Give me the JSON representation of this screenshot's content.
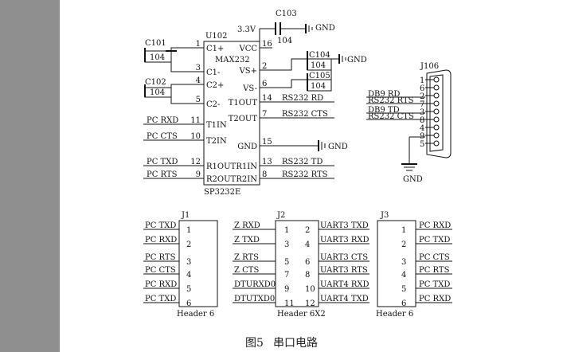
{
  "caption": {
    "figure": "图5",
    "title": "串口电路"
  },
  "u102": {
    "ref": "U102",
    "model": "MAX232",
    "part": "SP3232E",
    "supply": "3.3V",
    "gnd": "GND",
    "c103": {
      "ref": "C103",
      "val": "104"
    },
    "c101": {
      "ref": "C101",
      "val": "104"
    },
    "c102": {
      "ref": "C102",
      "val": "104"
    },
    "c104": {
      "ref": "C104",
      "val": "104"
    },
    "c105": {
      "ref": "C105",
      "val": "104"
    },
    "pins_left": [
      {
        "num": "1",
        "name": "C1+",
        "net": ""
      },
      {
        "num": "3",
        "name": "C1-",
        "net": ""
      },
      {
        "num": "4",
        "name": "C2+",
        "net": ""
      },
      {
        "num": "5",
        "name": "C2-",
        "net": ""
      },
      {
        "num": "11",
        "name": "T1IN",
        "net": "PC RXD"
      },
      {
        "num": "10",
        "name": "T2IN",
        "net": "PC CTS"
      },
      {
        "num": "12",
        "name": "R1OUT",
        "net": "PC TXD"
      },
      {
        "num": "9",
        "name": "R2OUT",
        "net": "PC RTS"
      }
    ],
    "pins_right": [
      {
        "num": "16",
        "name": "VCC",
        "net": ""
      },
      {
        "num": "2",
        "name": "VS+",
        "net": ""
      },
      {
        "num": "6",
        "name": "VS-",
        "net": ""
      },
      {
        "num": "14",
        "name": "T1OUT",
        "net": "RS232 RD"
      },
      {
        "num": "7",
        "name": "T2OUT",
        "net": "RS232 CTS"
      },
      {
        "num": "15",
        "name": "GND",
        "net": ""
      },
      {
        "num": "13",
        "name": "R1IN",
        "net": "RS232 TD"
      },
      {
        "num": "8",
        "name": "R2IN",
        "net": "RS232 RTS"
      }
    ]
  },
  "j106": {
    "ref": "J106",
    "gnd": "GND",
    "pins": [
      "1",
      "6",
      "2",
      "7",
      "3",
      "8",
      "4",
      "9",
      "5"
    ],
    "nets": [
      "DB9 RD",
      "RS232 RTS",
      "DB9 TD",
      "RS232 CTS"
    ]
  },
  "j1": {
    "ref": "J1",
    "label": "Header 6",
    "pins": [
      {
        "num": "1",
        "net": "PC TXD"
      },
      {
        "num": "2",
        "net": "PC RXD"
      },
      {
        "num": "3",
        "net": "PC RTS"
      },
      {
        "num": "4",
        "net": "PC CTS"
      },
      {
        "num": "5",
        "net": "PC RXD"
      },
      {
        "num": "6",
        "net": "PC TXD"
      }
    ]
  },
  "j2": {
    "ref": "J2",
    "label": "Header 6X2",
    "rows": [
      {
        "l": "Z RXD",
        "a": "1",
        "b": "2",
        "r": "UART3 TXD"
      },
      {
        "l": "Z TXD",
        "a": "3",
        "b": "4",
        "r": "UART3 RXD"
      },
      {
        "l": "Z RTS",
        "a": "5",
        "b": "6",
        "r": "UART3 CTS"
      },
      {
        "l": "Z CTS",
        "a": "7",
        "b": "8",
        "r": "UART3 RTS"
      },
      {
        "l": "DTURXD0",
        "a": "9",
        "b": "10",
        "r": "UART4 RXD"
      },
      {
        "l": "DTUTXD0",
        "a": "11",
        "b": "12",
        "r": "UART4 TXD"
      }
    ]
  },
  "j3": {
    "ref": "J3",
    "label": "Header 6",
    "pins": [
      {
        "num": "1",
        "net": "PC RXD"
      },
      {
        "num": "2",
        "net": "PC TXD"
      },
      {
        "num": "3",
        "net": "PC CTS"
      },
      {
        "num": "4",
        "net": "PC RTS"
      },
      {
        "num": "5",
        "net": "PC TXD"
      },
      {
        "num": "6",
        "net": "PC RXD"
      }
    ]
  }
}
